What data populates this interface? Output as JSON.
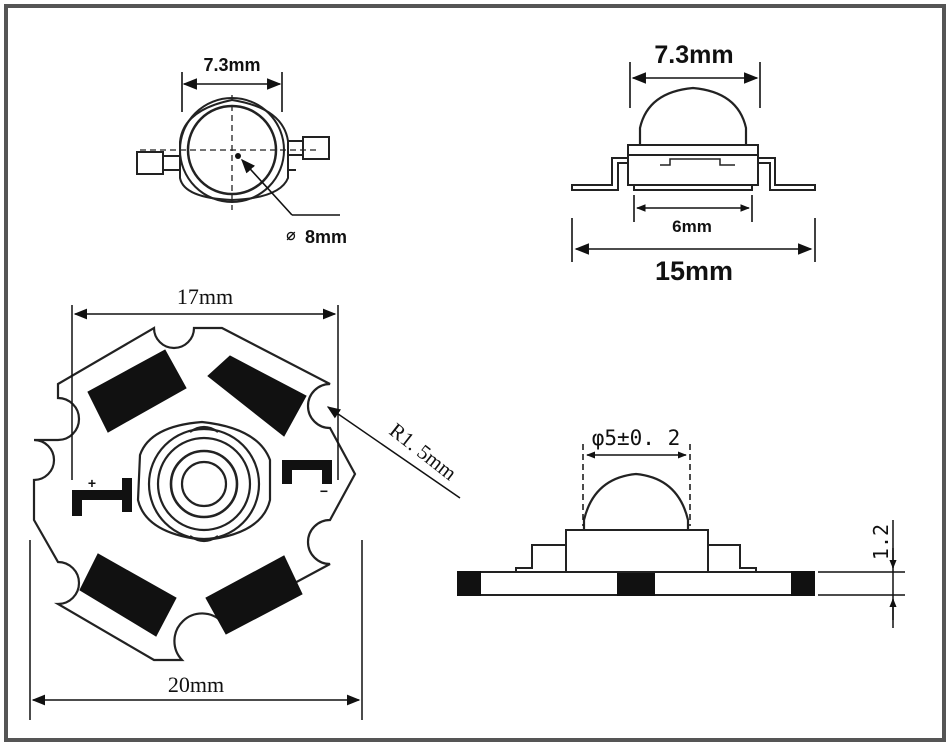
{
  "diagram": {
    "led_top_view": {
      "diameter_outer": "7.3mm",
      "diameter_lens": "8mm",
      "diameter_symbol": "⌀"
    },
    "led_side_view": {
      "lens_width": "7.3mm",
      "body_width": "6mm",
      "overall_length": "15mm"
    },
    "star_board_top_view": {
      "flat_to_flat": "17mm",
      "corner_to_corner": "20mm",
      "notch_radius": "R1. 5mm",
      "plus_mark": "+",
      "minus_mark": "−"
    },
    "star_board_side_view": {
      "lens_diameter": "φ5±0. 2",
      "board_thickness": "1.2"
    }
  }
}
